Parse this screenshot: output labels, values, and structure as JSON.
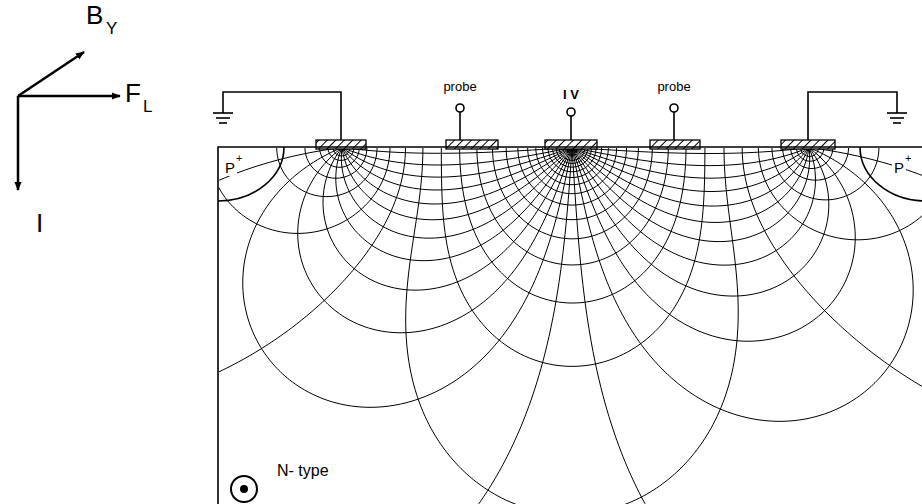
{
  "diagram": {
    "nodes": [
      {
        "text": [
          "N- type"
        ]
      },
      {
        "text": [
          "P",
          "+"
        ],
        "in": 0
      },
      {
        "text": [
          "P",
          "+"
        ],
        "in": 0
      }
    ],
    "labels": [
      "B",
      "Y",
      "F",
      "L",
      "I",
      "probe",
      "I V",
      "probe"
    ]
  }
}
